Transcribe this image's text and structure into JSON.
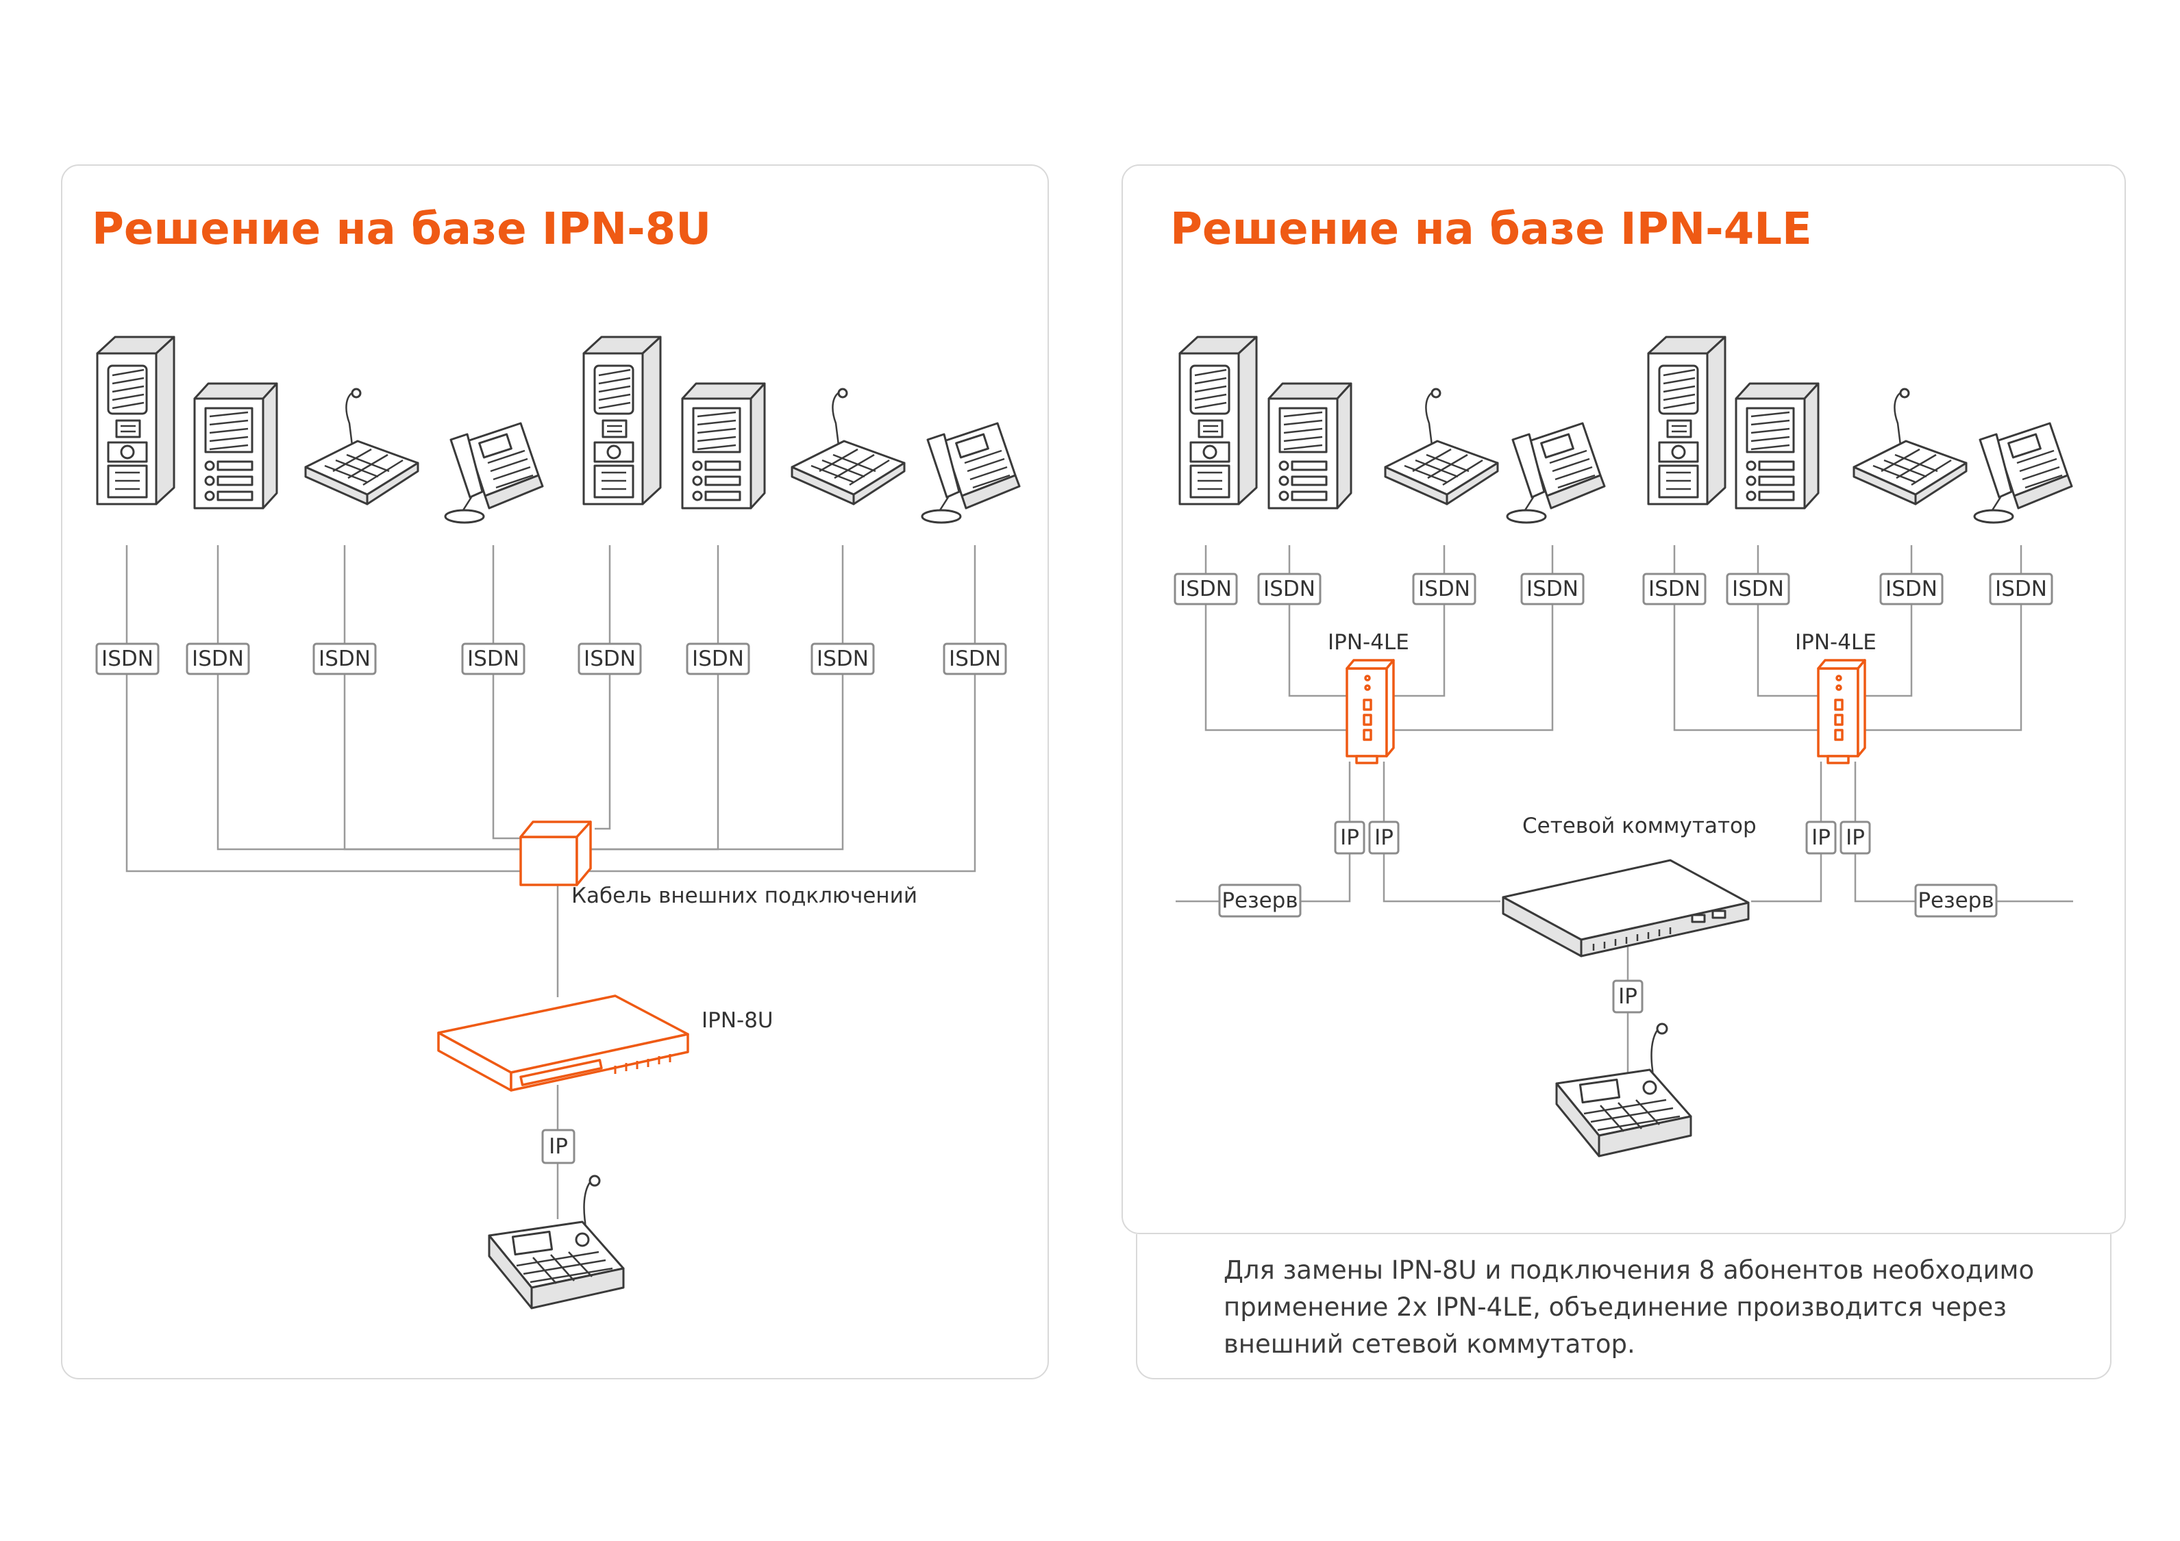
{
  "left_panel": {
    "title": "Решение на базе IPN-8U",
    "tags": [
      "ISDN",
      "ISDN",
      "ISDN",
      "ISDN",
      "ISDN",
      "ISDN",
      "ISDN",
      "ISDN"
    ],
    "cable_label": "Кабель внешних подключений",
    "device_label": "IPN-8U",
    "ip_tag": "IP"
  },
  "right_panel": {
    "title": "Решение на базе IPN-4LE",
    "tags": [
      "ISDN",
      "ISDN",
      "ISDN",
      "ISDN",
      "ISDN",
      "ISDN",
      "ISDN",
      "ISDN"
    ],
    "device_label_a": "IPN-4LE",
    "device_label_b": "IPN-4LE",
    "ip_tags": [
      "IP",
      "IP",
      "IP",
      "IP",
      "IP"
    ],
    "reserve_a": "Резерв",
    "reserve_b": "Резерв",
    "switch_label": "Сетевой коммутатор"
  },
  "note": "Для замены IPN-8U и подключения 8 абонентов необходимо применение 2х IPN-4LE, объединение производится через внешний сетевой коммутатор.",
  "colors": {
    "accent": "#ef5a14",
    "text": "#333333",
    "line": "#9a9a9a",
    "border": "#d9d9d9"
  }
}
